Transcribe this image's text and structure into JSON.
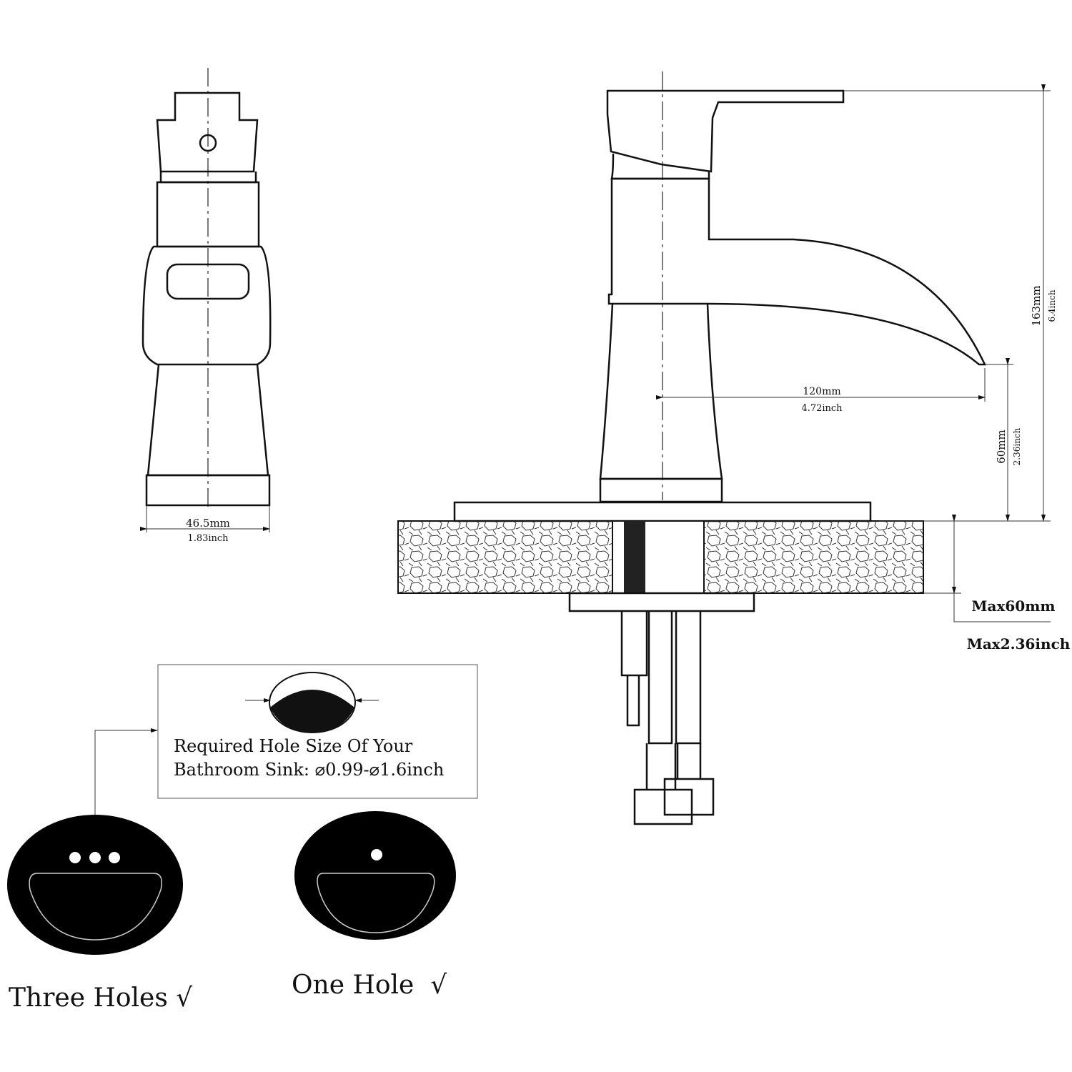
{
  "dimensions": {
    "base_width_mm": "46.5mm",
    "base_width_inch": "1.83inch",
    "spout_reach_mm": "120mm",
    "spout_reach_inch": "4.72inch",
    "total_height_mm": "163mm",
    "total_height_inch": "6.4inch",
    "spout_height_mm": "60mm",
    "spout_height_inch": "2.36inch",
    "max_thickness_mm": "Max60mm",
    "max_thickness_inch": "Max2.36inch"
  },
  "hole_note": {
    "line1": "Required Hole Size Of Your",
    "line2": "Bathroom Sink: ⌀0.99-⌀1.6inch"
  },
  "sinks": {
    "three_holes": "Three Holes √",
    "one_hole": "One Hole  √"
  }
}
